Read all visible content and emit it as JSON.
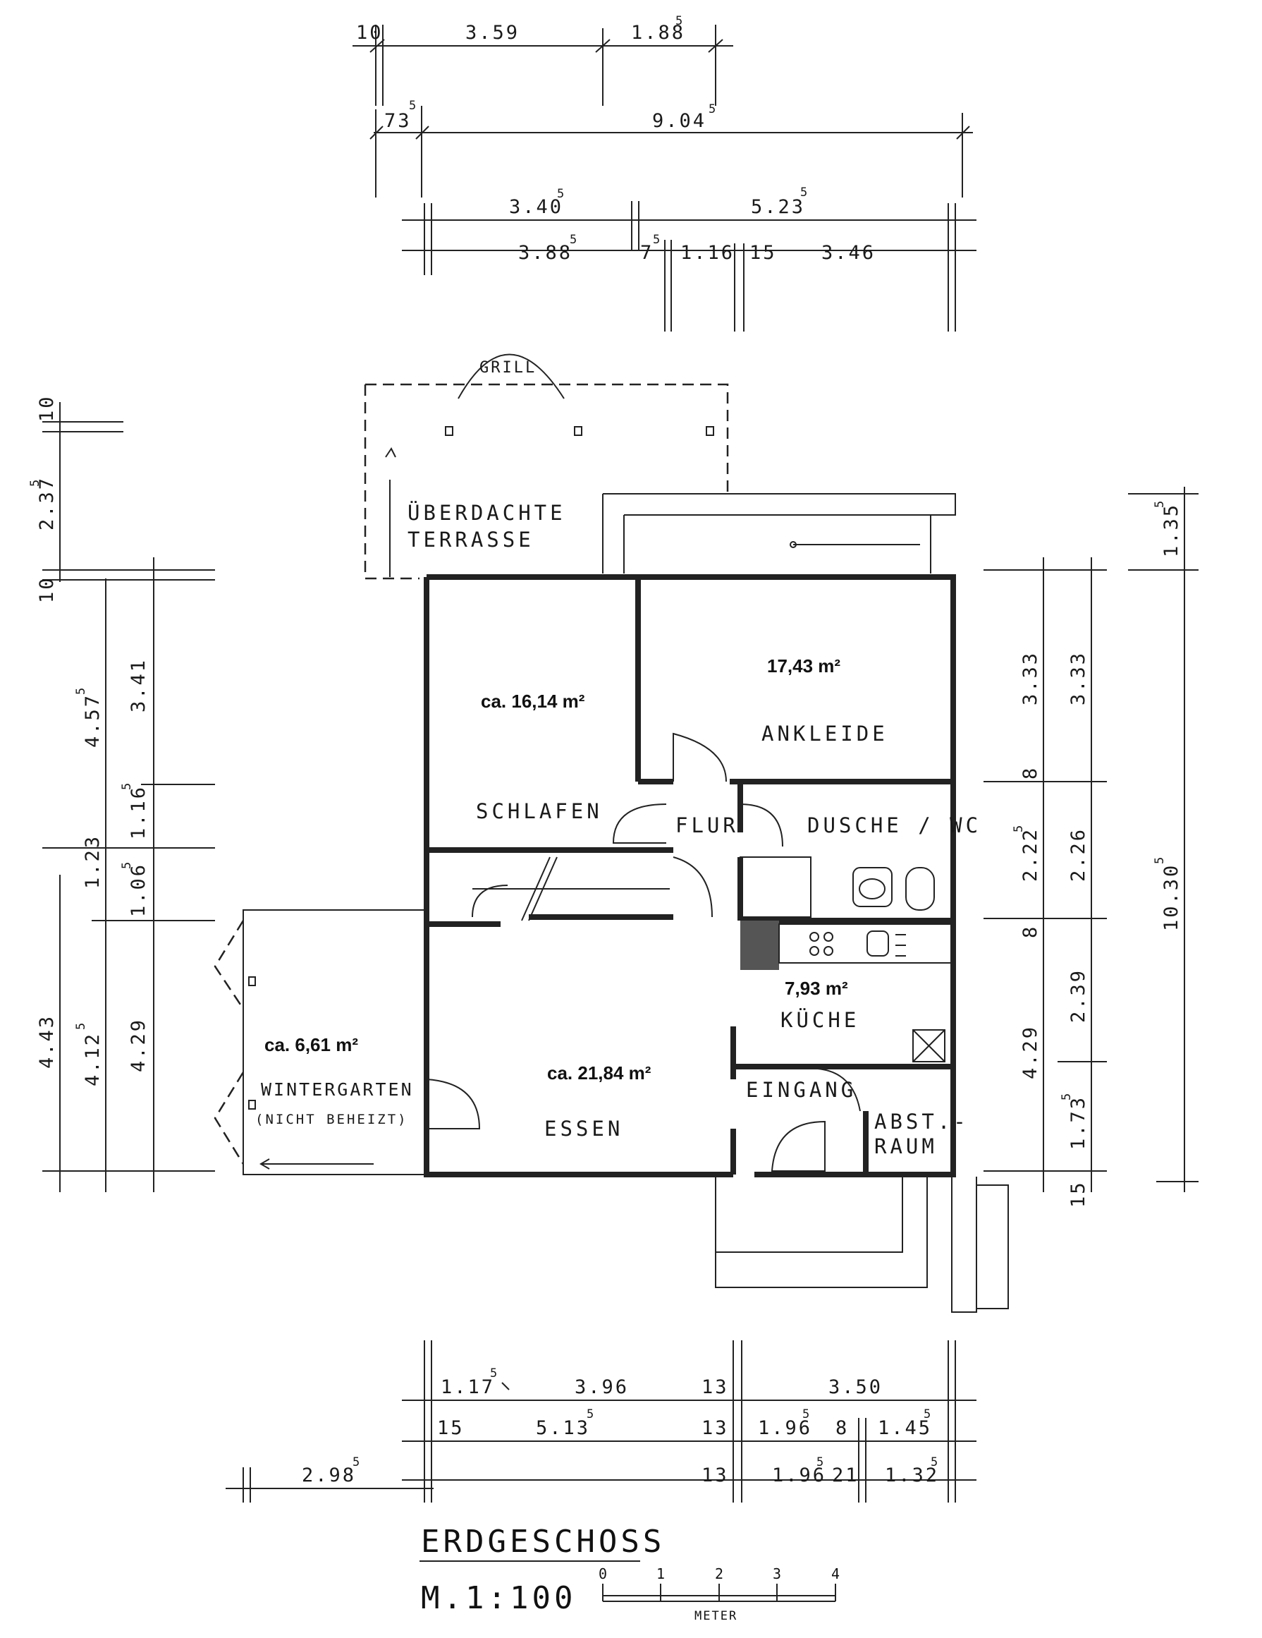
{
  "plan": {
    "title": "ERDGESCHOSS",
    "scale": "M.1:100",
    "scale_bar": {
      "ticks": [
        "0",
        "1",
        "2",
        "3",
        "4"
      ],
      "unit": "METER"
    }
  },
  "rooms": {
    "grill": "GRILL",
    "terrasse_1": "ÜBERDACHTE",
    "terrasse_2": "TERRASSE",
    "schlafen": "SCHLAFEN",
    "schlafen_area": "ca. 16,14 m²",
    "ankleide": "ANKLEIDE",
    "ankleide_area": "17,43 m²",
    "flur": "FLUR",
    "dusche": "DUSCHE / WC",
    "kueche": "KÜCHE",
    "kueche_area": "7,93 m²",
    "eingang": "EINGANG",
    "abst_1": "ABST.-",
    "abst_2": "RAUM",
    "essen": "ESSEN",
    "essen_area": "ca. 21,84 m²",
    "wintergarten": "WINTERGARTEN",
    "wintergarten_note": "(NICHT BEHEIZT)",
    "wintergarten_area": "ca. 6,61 m²"
  },
  "dims": {
    "top1_a": "10",
    "top1_b": "3.59",
    "top1_c": "1.88",
    "top1_c_sup": "5",
    "top2_a": "73",
    "top2_a_sup": "5",
    "top2_b": "9.04",
    "top2_b_sup": "5",
    "top3_a": "3.40",
    "top3_a_sup": "5",
    "top3_b": "5.23",
    "top3_b_sup": "5",
    "top4_a": "3.88",
    "top4_a_sup": "5",
    "top4_b": "7",
    "top4_b_sup": "5",
    "top4_c": "1.16",
    "top4_d": "15",
    "top4_e": "3.46",
    "left_a": "10",
    "left_b": "2.37",
    "left_b_sup": "5",
    "left_c": "10",
    "left_d": "4.57",
    "left_d_sup": "5",
    "left_e": "3.41",
    "left_f": "1.16",
    "left_f_sup": "5",
    "left_g": "1.23",
    "left_h": "1.06",
    "left_h_sup": "5",
    "left_i": "4.43",
    "left_j": "4.12",
    "left_j_sup": "5",
    "left_k": "4.29",
    "right_a": "3.33",
    "right_b": "3.33",
    "right_c": "8",
    "right_d": "2.22",
    "right_d_sup": "5",
    "right_e": "2.26",
    "right_f": "8",
    "right_g": "2.39",
    "right_h": "4.29",
    "right_i": "1.73",
    "right_i_sup": "5",
    "right_j": "15",
    "right_k": "1.35",
    "right_k_sup": "5",
    "right_l": "10.30",
    "right_l_sup": "5",
    "bot1_a": "1.17",
    "bot1_a_sup": "5",
    "bot1_b": "3.96",
    "bot1_c": "13",
    "bot1_d": "3.50",
    "bot2_a": "15",
    "bot2_b": "5.13",
    "bot2_b_sup": "5",
    "bot2_c": "13",
    "bot2_d": "1.96",
    "bot2_d_sup": "5",
    "bot2_e": "8",
    "bot2_f": "1.45",
    "bot2_f_sup": "5",
    "bot3_a": "2.98",
    "bot3_a_sup": "5",
    "bot3_b": "13",
    "bot3_c": "1.96",
    "bot3_c_sup": "5",
    "bot3_d": "21",
    "bot3_e": "1.32",
    "bot3_e_sup": "5"
  }
}
